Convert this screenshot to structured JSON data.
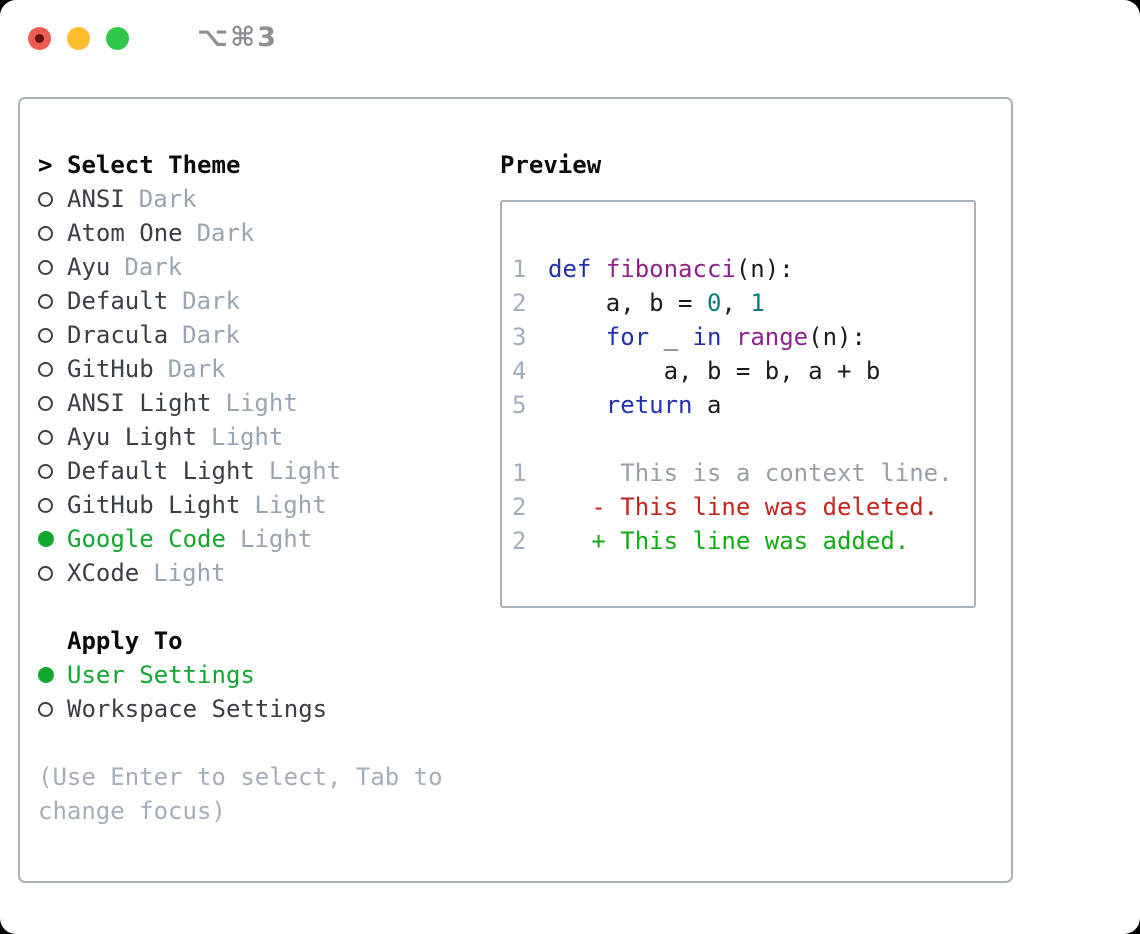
{
  "window": {
    "title": "⌥⌘3"
  },
  "colors": {
    "traffic_red": "#f05b51",
    "traffic_red_dot": "#64120d",
    "traffic_yellow": "#fdbc2e",
    "traffic_green": "#2fc649",
    "title_gray": "#8e9096",
    "border": "#a9b2bc",
    "heading": "#0b0b0b",
    "text": "#3b4048",
    "muted": "#9aa5b2",
    "help": "#a6aeb9",
    "selected_green": "#14a72e",
    "lineno": "#a3aebc",
    "keyword": "#2231af",
    "function": "#8f218f",
    "number": "#0e7d78",
    "plain": "#1c1c1c",
    "context": "#999fa6",
    "deleted": "#c3261c",
    "added": "#12ab12"
  },
  "theme_panel": {
    "cursor": ">",
    "title": "Select Theme",
    "items": [
      {
        "name": "ANSI",
        "variant": "Dark",
        "selected": false
      },
      {
        "name": "Atom One",
        "variant": "Dark",
        "selected": false
      },
      {
        "name": "Ayu",
        "variant": "Dark",
        "selected": false
      },
      {
        "name": "Default",
        "variant": "Dark",
        "selected": false
      },
      {
        "name": "Dracula",
        "variant": "Dark",
        "selected": false
      },
      {
        "name": "GitHub",
        "variant": "Dark",
        "selected": false
      },
      {
        "name": "ANSI Light",
        "variant": "Light",
        "selected": false
      },
      {
        "name": "Ayu Light",
        "variant": "Light",
        "selected": false
      },
      {
        "name": "Default Light",
        "variant": "Light",
        "selected": false
      },
      {
        "name": "GitHub Light",
        "variant": "Light",
        "selected": false
      },
      {
        "name": "Google Code",
        "variant": "Light",
        "selected": true
      },
      {
        "name": "XCode",
        "variant": "Light",
        "selected": false
      }
    ],
    "apply_to_title": "Apply To",
    "apply_options": [
      {
        "label": "User Settings",
        "selected": true
      },
      {
        "label": "Workspace Settings",
        "selected": false
      }
    ],
    "help_lines": [
      "(Use Enter to select, Tab to",
      "change focus)"
    ]
  },
  "preview": {
    "title": "Preview",
    "lines": [
      {
        "num": "1",
        "segments": [
          {
            "t": "def",
            "c": "keyword"
          },
          {
            "t": " ",
            "c": "plain"
          },
          {
            "t": "fibonacci",
            "c": "function"
          },
          {
            "t": "(n):",
            "c": "plain"
          }
        ]
      },
      {
        "num": "2",
        "segments": [
          {
            "t": "    a, b = ",
            "c": "plain"
          },
          {
            "t": "0",
            "c": "number"
          },
          {
            "t": ", ",
            "c": "plain"
          },
          {
            "t": "1",
            "c": "number"
          }
        ]
      },
      {
        "num": "3",
        "segments": [
          {
            "t": "    ",
            "c": "plain"
          },
          {
            "t": "for",
            "c": "keyword"
          },
          {
            "t": " _ ",
            "c": "plain"
          },
          {
            "t": "in",
            "c": "keyword"
          },
          {
            "t": " ",
            "c": "plain"
          },
          {
            "t": "range",
            "c": "function"
          },
          {
            "t": "(n):",
            "c": "plain"
          }
        ]
      },
      {
        "num": "4",
        "segments": [
          {
            "t": "        a, b = b, a + b",
            "c": "plain"
          }
        ]
      },
      {
        "num": "5",
        "segments": [
          {
            "t": "    ",
            "c": "plain"
          },
          {
            "t": "return",
            "c": "keyword"
          },
          {
            "t": " a",
            "c": "plain"
          }
        ]
      },
      {
        "num": "",
        "segments": []
      },
      {
        "num": "1",
        "segments": [
          {
            "t": "     This is a context line.",
            "c": "context"
          }
        ]
      },
      {
        "num": "2",
        "segments": [
          {
            "t": "   - This line was deleted.",
            "c": "deleted"
          }
        ]
      },
      {
        "num": "2",
        "segments": [
          {
            "t": "   + This line was added.",
            "c": "added"
          }
        ]
      }
    ]
  }
}
